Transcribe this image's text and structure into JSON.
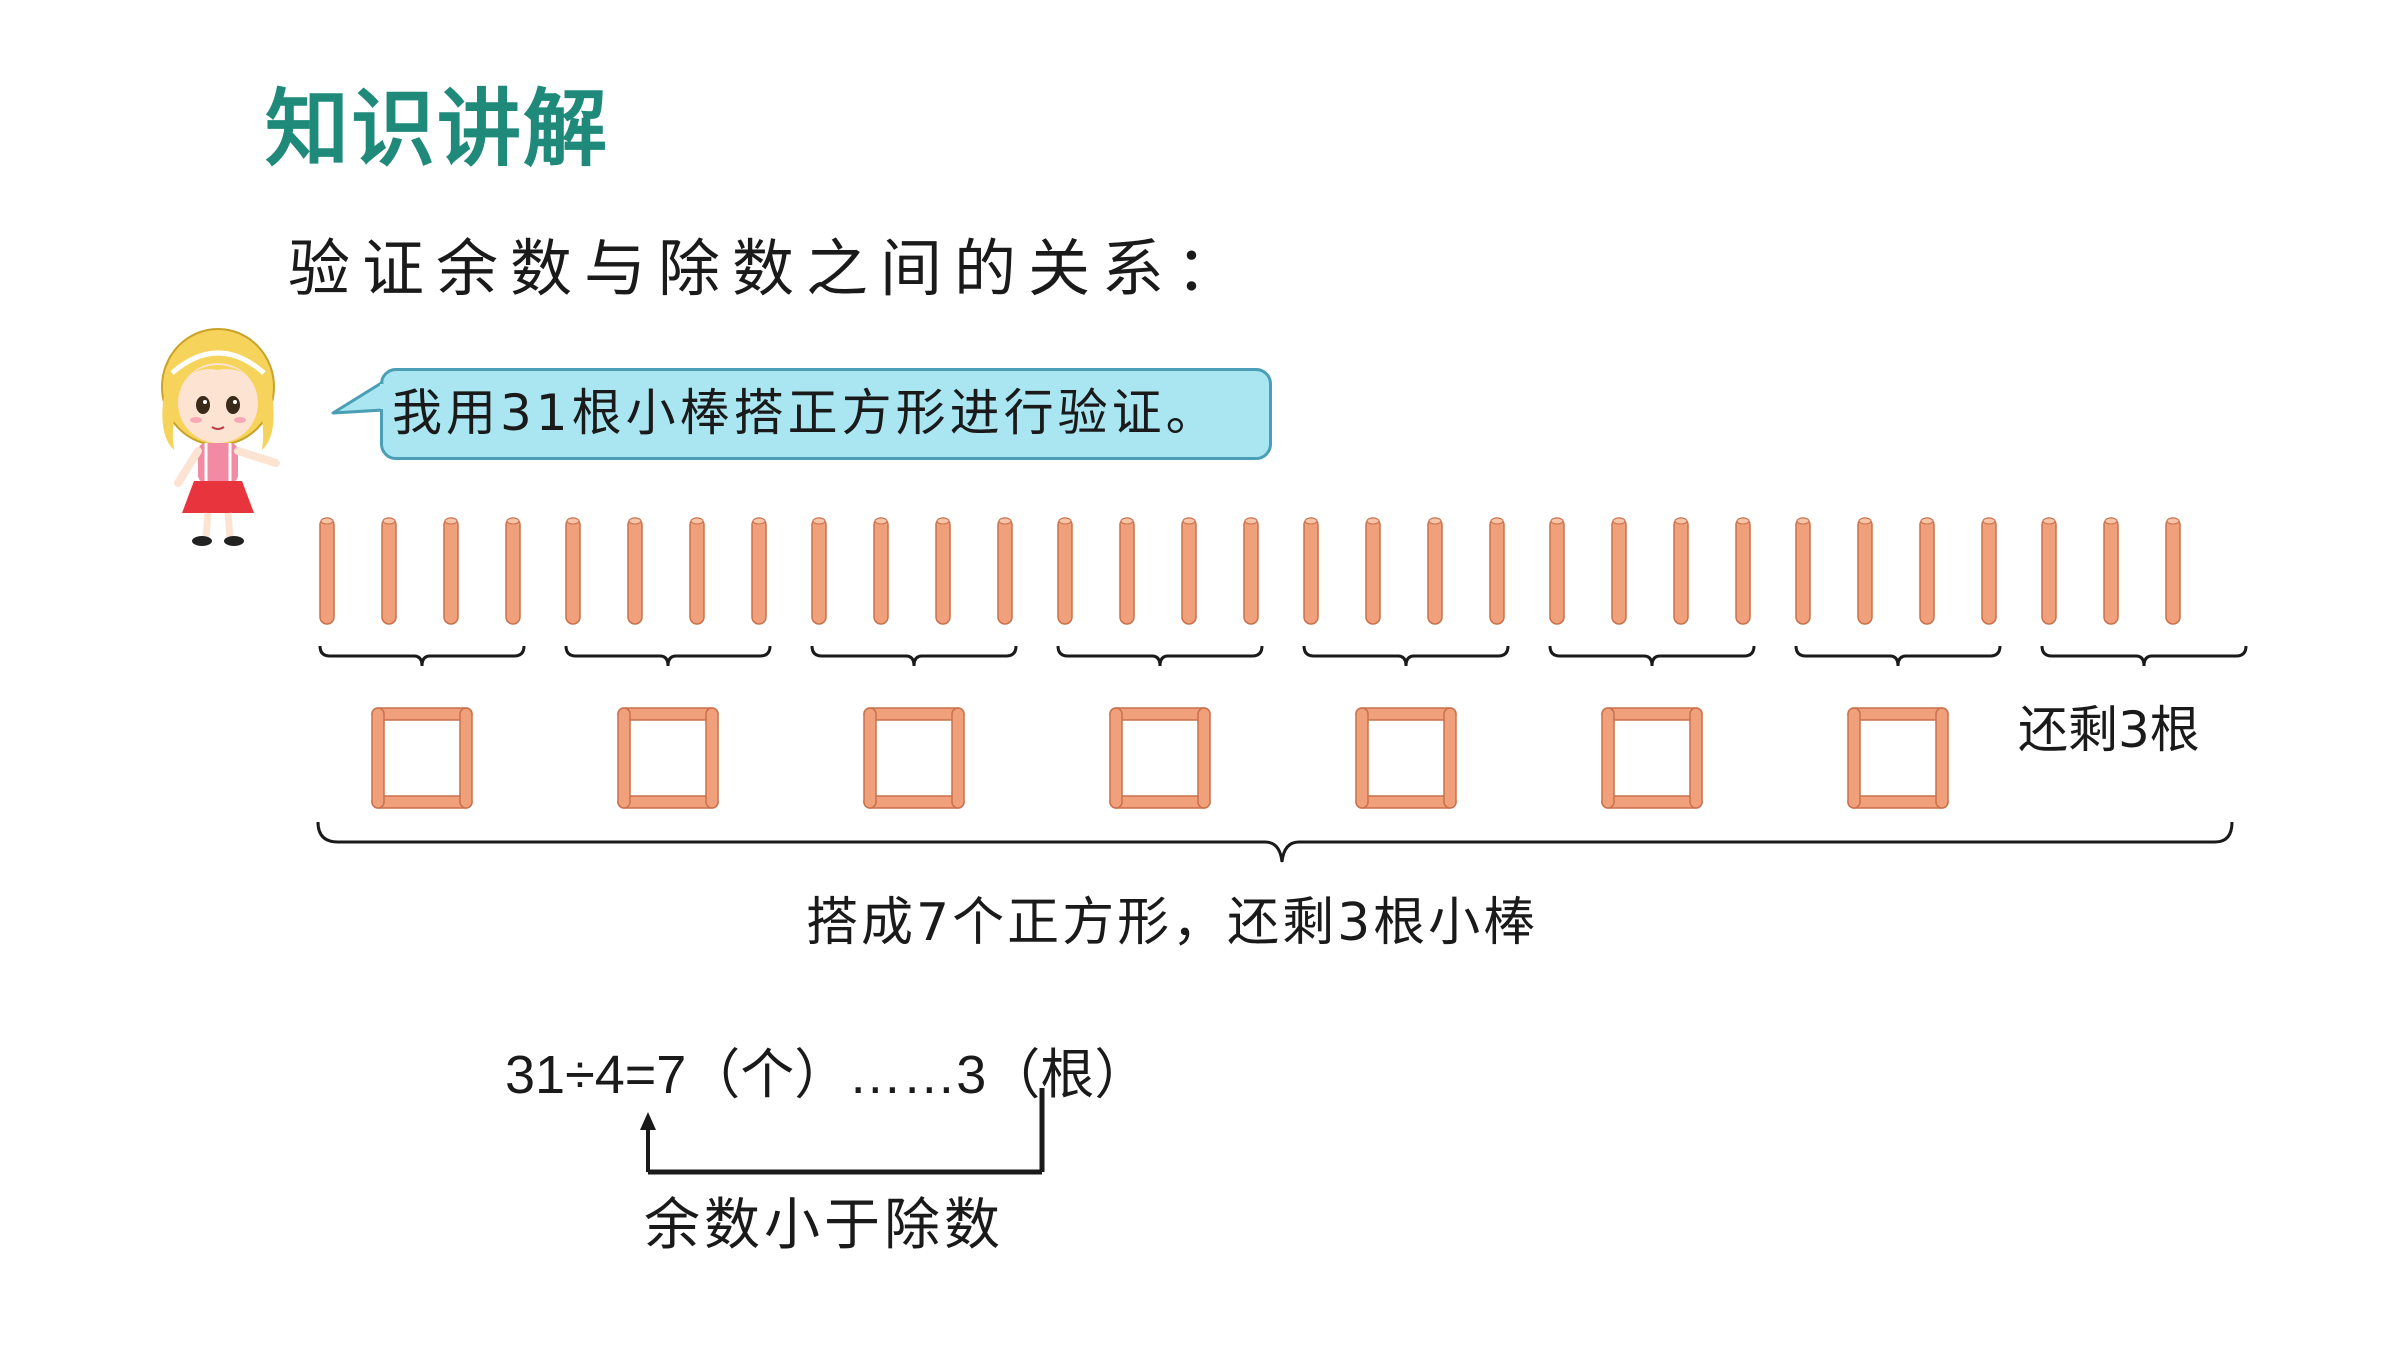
{
  "section_title": "知识讲解",
  "subtitle": "验证余数与除数之间的关系：",
  "speech_bubble": "我用31根小棒搭正方形进行验证。",
  "stick_groups": [
    4,
    4,
    4,
    4,
    4,
    4,
    4,
    3
  ],
  "square_count": 7,
  "leftover_label": "还剩3根",
  "summary_label": "搭成7个正方形，还剩3根小棒",
  "equation": "31÷4=7（个）……3（根）",
  "note_label": "余数小于除数",
  "colors": {
    "title": "#1f8a7a",
    "stick": "#f0a07a",
    "stick_edge": "#c9714b",
    "bubble_fill": "#a9e6f2",
    "bubble_border": "#4a9fb6"
  }
}
